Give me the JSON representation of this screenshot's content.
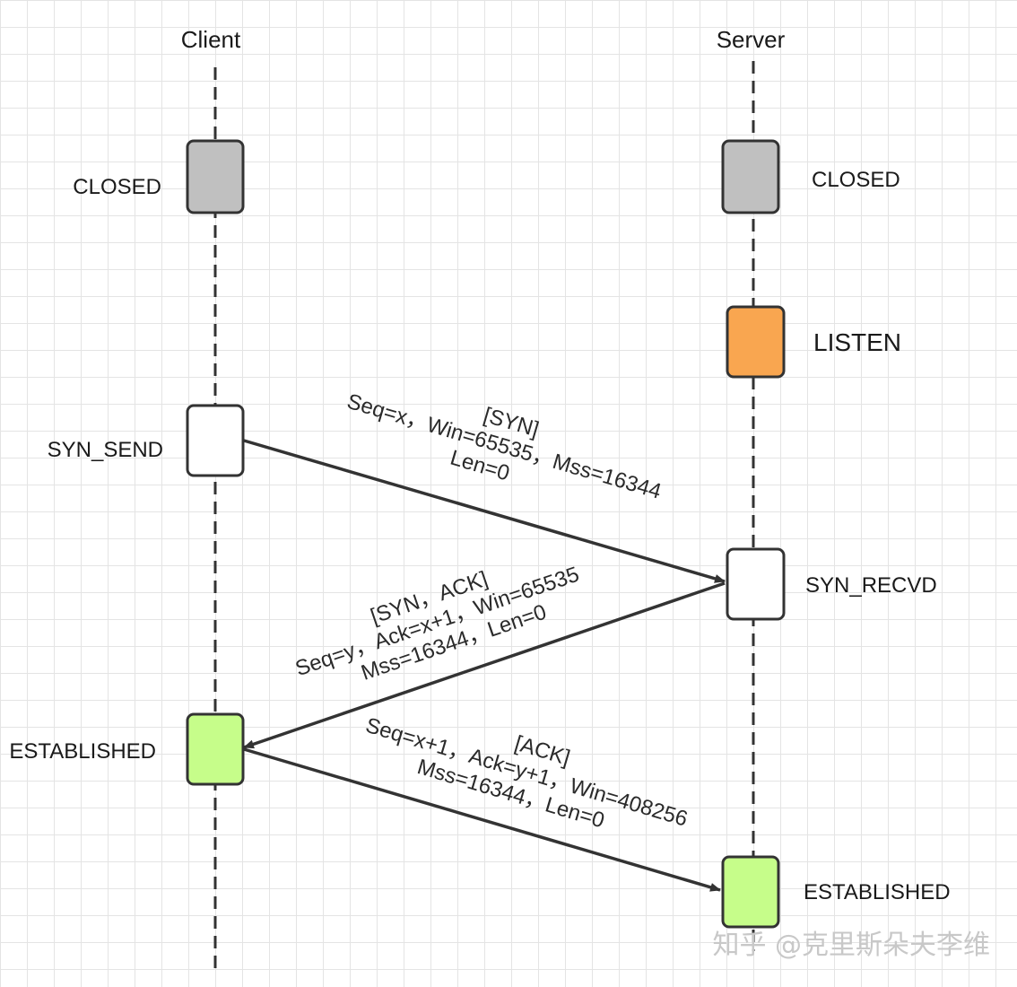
{
  "diagram": {
    "participants": {
      "client": "Client",
      "server": "Server"
    },
    "client_states": {
      "closed": "CLOSED",
      "syn_send": "SYN_SEND",
      "established": "ESTABLISHED"
    },
    "server_states": {
      "closed": "CLOSED",
      "listen": "LISTEN",
      "syn_recvd": "SYN_RECVD",
      "established": "ESTABLISHED"
    },
    "colors": {
      "closed": "#c0c0c0",
      "listen": "#f9a650",
      "open": "#ffffff",
      "established": "#c6fd8a",
      "stroke": "#333333"
    },
    "messages": {
      "syn": {
        "flag": "[SYN]",
        "line1": "Seq=x，Win=65535，Mss=16344",
        "line2": "Len=0"
      },
      "syn_ack": {
        "flag": "[SYN，ACK]",
        "line1": "Seq=y，Ack=x+1，Win=65535",
        "line2": "Mss=16344，Len=0"
      },
      "ack": {
        "flag": "[ACK]",
        "line1": "Seq=x+1，Ack=y+1，Win=408256",
        "line2": "Mss=16344，Len=0"
      }
    }
  },
  "watermark": "知乎 @克里斯朵夫李维"
}
